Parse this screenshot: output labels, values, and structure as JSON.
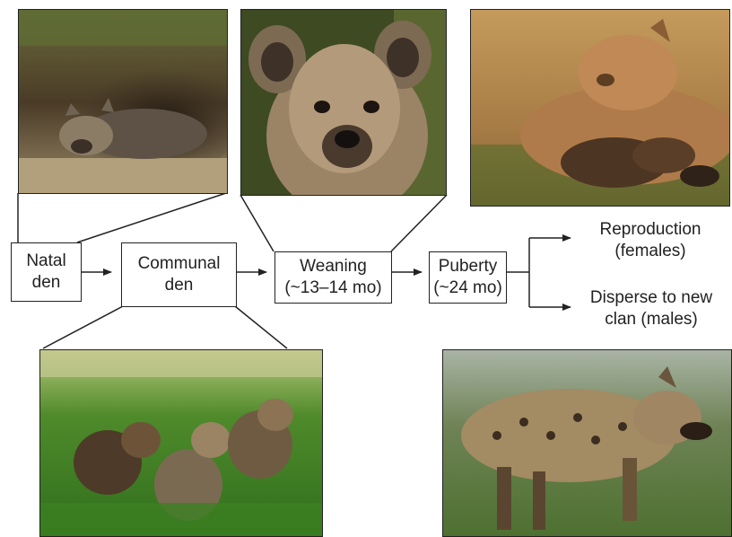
{
  "stages": [
    {
      "id": "natal",
      "label": "Natal\nden"
    },
    {
      "id": "communal",
      "label": "Communal\nden"
    },
    {
      "id": "weaning",
      "label": "Weaning\n(~13–14 mo)"
    },
    {
      "id": "puberty",
      "label": "Puberty\n(~24 mo)"
    }
  ],
  "outcomes": [
    {
      "id": "reproduction",
      "label": "Reproduction\n(females)"
    },
    {
      "id": "disperse",
      "label": "Disperse to new\nclan (males)"
    }
  ],
  "photos": [
    {
      "id": "den-photo",
      "subject": "hyena cub resting in burrow"
    },
    {
      "id": "cub-face-photo",
      "subject": "close-up of young hyena face"
    },
    {
      "id": "nursing-photo",
      "subject": "adult female hyena nursing cubs"
    },
    {
      "id": "cubs-grass-photo",
      "subject": "group of hyena cubs in tall grass"
    },
    {
      "id": "adult-photo",
      "subject": "adult spotted hyena walking"
    }
  ]
}
